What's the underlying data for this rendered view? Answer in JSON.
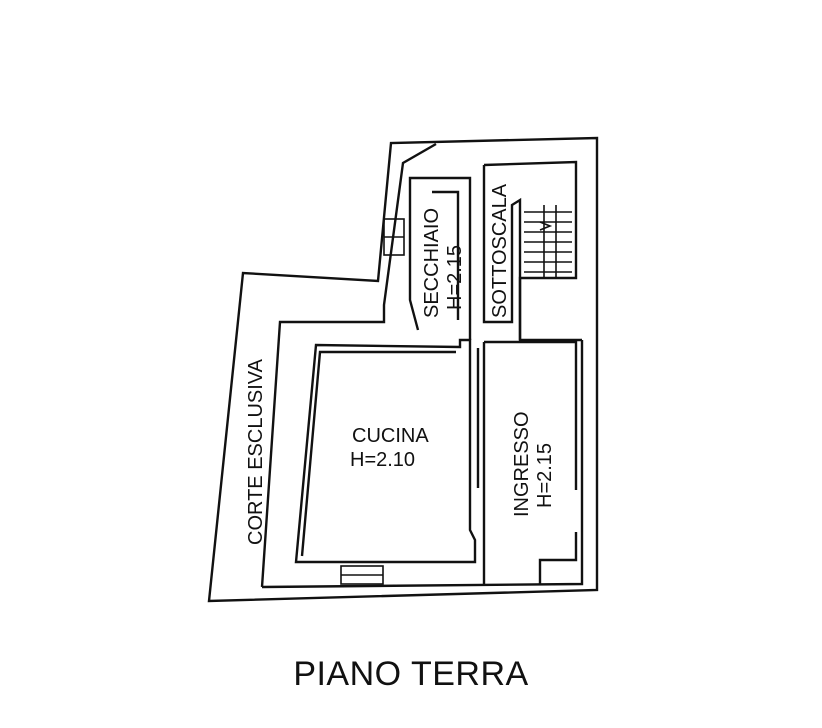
{
  "floor_title": "PIANO TERRA",
  "rooms": {
    "corte": {
      "name": "CORTE ESCLUSIVA"
    },
    "secchiaio": {
      "name": "SECCHIAIO",
      "height": "H=2.15"
    },
    "sottoscala": {
      "name": "SOTTOSCALA"
    },
    "cucina": {
      "name": "CUCINA",
      "height": "H=2.10"
    },
    "ingresso": {
      "name": "INGRESSO",
      "height": "H=2.15"
    }
  },
  "colors": {
    "line": "#111111",
    "background": "#ffffff"
  }
}
